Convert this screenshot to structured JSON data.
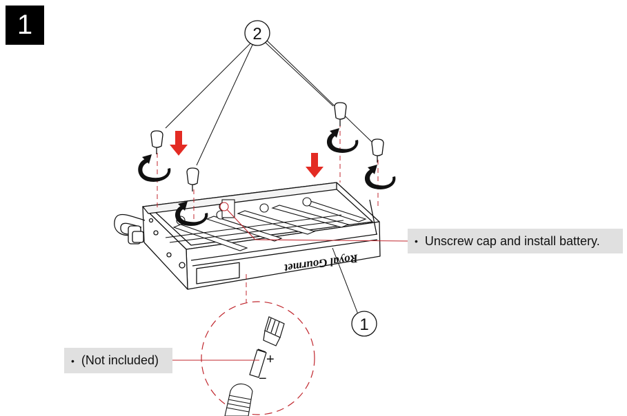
{
  "step": {
    "number": "1"
  },
  "labels": {
    "part_1": "1",
    "part_2": "2"
  },
  "callouts": {
    "battery": "Unscrew cap and install battery.",
    "not_included": "(Not included)",
    "bullet": "•"
  },
  "polarity": {
    "positive": "+",
    "negative": "−"
  },
  "logo": "Royal Gourmet",
  "colors": {
    "line": "#111111",
    "arrow_red": "#e32b23",
    "callout_line": "#c0262d",
    "callout_bg": "#e0e0e0",
    "badge_bg": "#000000"
  },
  "icons": {
    "cap_knob": "knob-cap-icon",
    "rotate": "rotate-arrow-icon",
    "push_down": "down-arrow-icon"
  }
}
